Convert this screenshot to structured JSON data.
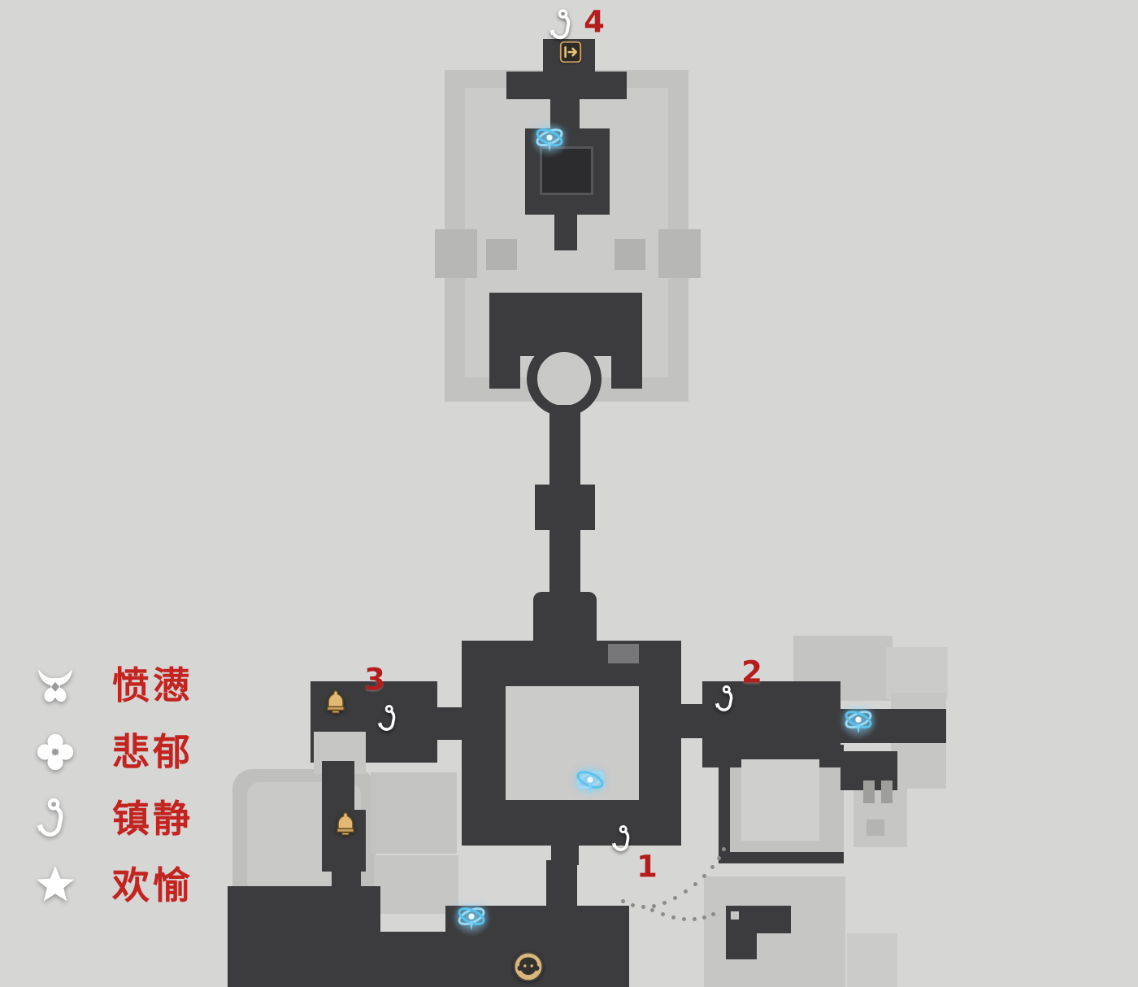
{
  "view": {
    "type": "game-area-map",
    "description": "grayscale in-game map with numbered collectible hook markers and teleport anchors"
  },
  "legend": {
    "items": [
      {
        "icon": "wrath-emblem-icon",
        "label": "愤懑"
      },
      {
        "icon": "sorrow-clover-icon",
        "label": "悲郁"
      },
      {
        "icon": "calm-hook-icon",
        "label": "镇静"
      },
      {
        "icon": "joy-star-icon",
        "label": "欢愉"
      }
    ]
  },
  "markers": {
    "hooks": [
      {
        "number": "1"
      },
      {
        "number": "2"
      },
      {
        "number": "3"
      },
      {
        "number": "4"
      }
    ],
    "anchors": {
      "count": 4,
      "icon": "space-anchor-icon"
    },
    "treasures": {
      "count": 2,
      "icon": "treasure-icon"
    },
    "enemy": {
      "count": 1,
      "icon": "enemy-icon"
    },
    "exit": {
      "icon": "exit-arrow-icon"
    }
  },
  "colors": {
    "marker_number": "#b51d1d",
    "legend_label": "#c32420",
    "space_anchor": "#55c0ee",
    "treasure_gold": "#dfb878",
    "map_dark": "#3c3c3e",
    "background": "#d6d6d5"
  }
}
